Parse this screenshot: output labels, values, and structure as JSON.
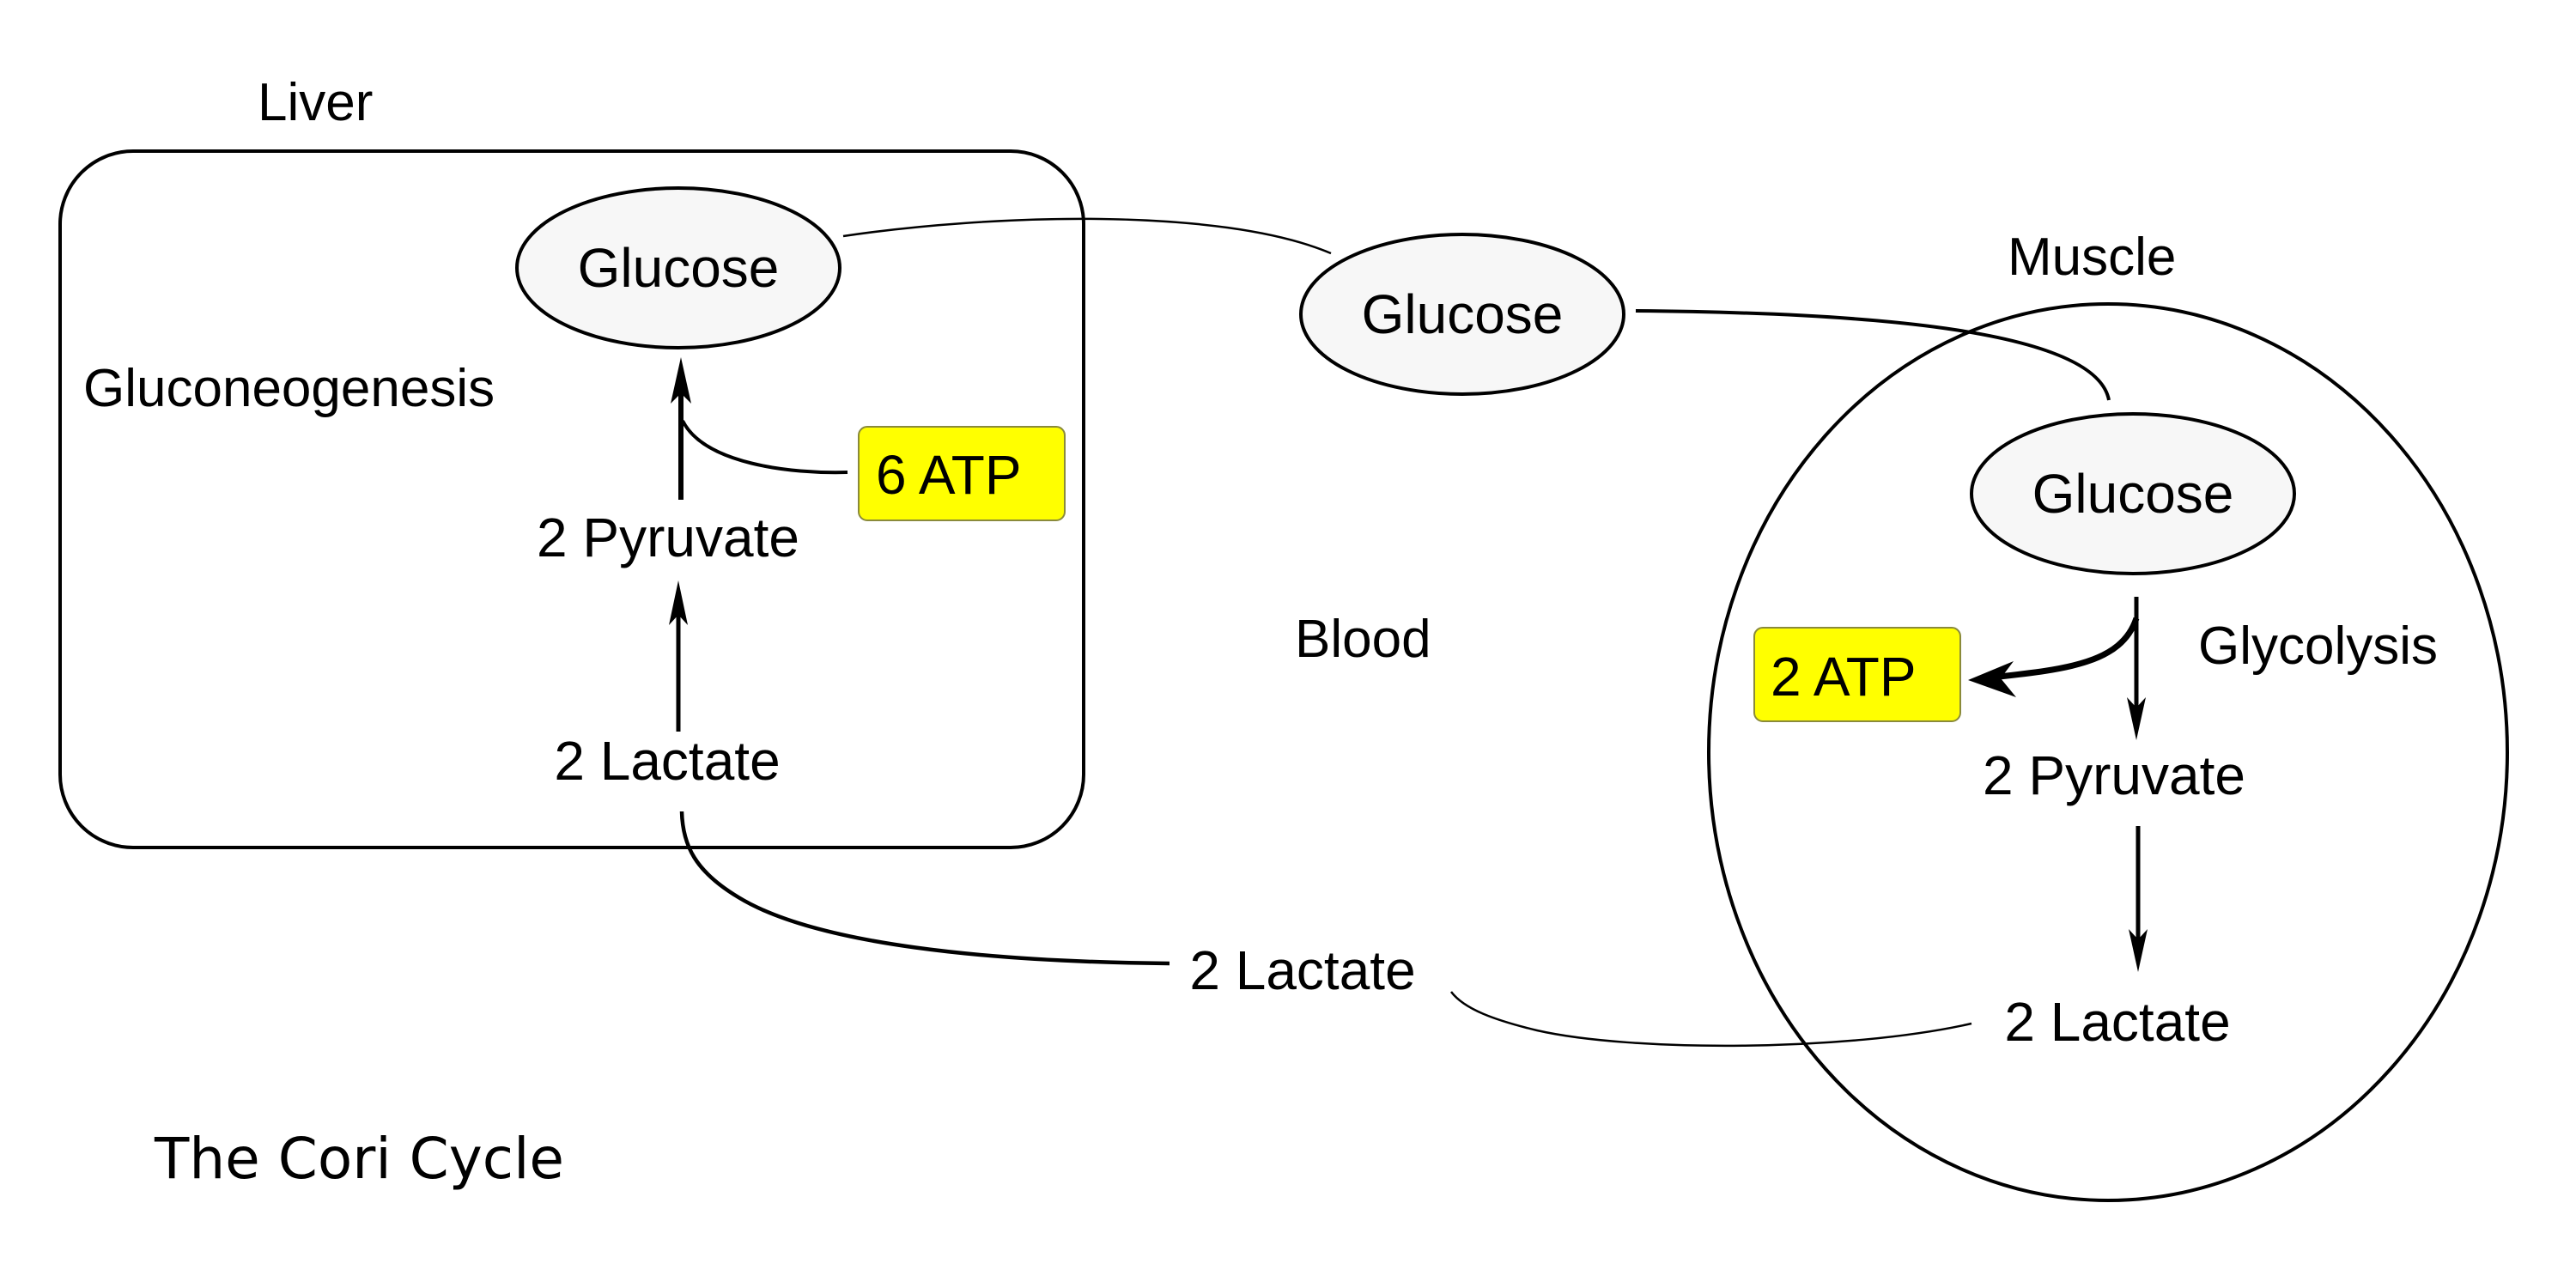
{
  "title": "The Cori Cycle",
  "colors": {
    "atp_fill": "#ffff00",
    "atp_border": "#8a8a3a",
    "node_fill": "#f7f7f7",
    "stroke": "#000000",
    "background": "#ffffff"
  },
  "compartments": {
    "liver": {
      "label": "Liver",
      "process": "Gluconeogenesis",
      "glucose": "Glucose",
      "pyruvate": "2 Pyruvate",
      "lactate": "2 Lactate",
      "atp": "6 ATP"
    },
    "blood": {
      "label": "Blood",
      "glucose": "Glucose",
      "lactate": "2 Lactate"
    },
    "muscle": {
      "label": "Muscle",
      "process": "Glycolysis",
      "glucose": "Glucose",
      "pyruvate": "2 Pyruvate",
      "lactate": "2 Lactate",
      "atp": "2 ATP"
    }
  }
}
